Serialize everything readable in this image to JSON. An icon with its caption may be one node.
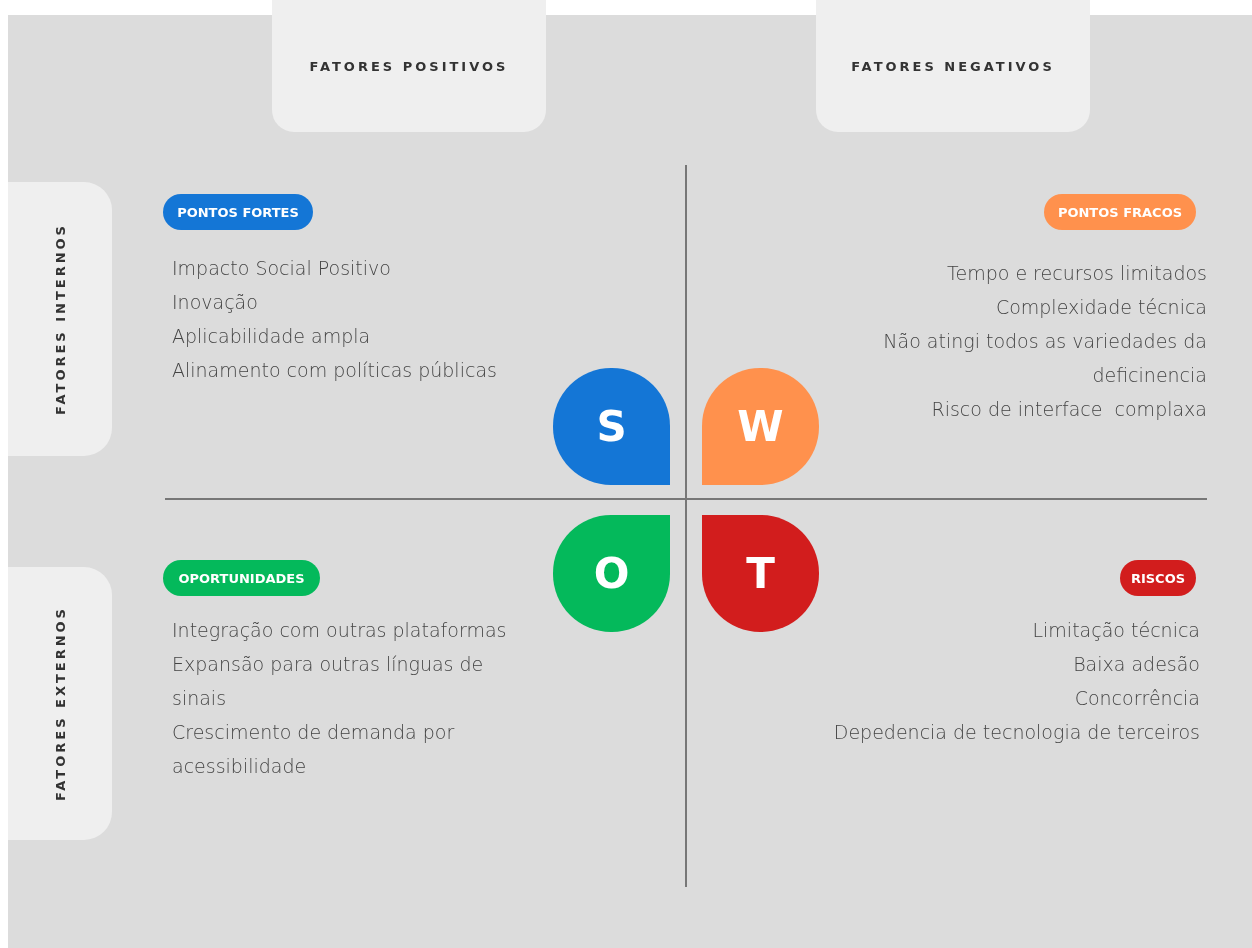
{
  "diagram": {
    "nodes": [
      {
        "text": [
          "FATORES POSITIVOS"
        ]
      },
      {
        "text": [
          "FATORES NEGATIVOS"
        ]
      },
      {
        "text": [
          "FATORES INTERNOS"
        ]
      },
      {
        "text": [
          "PONTOS FORTES"
        ]
      },
      {
        "text": [
          "PONTOS FRACOS"
        ]
      },
      {
        "text": [
          "S"
        ]
      },
      {
        "text": [
          "W"
        ]
      },
      {
        "text": [
          "FATORES EXTERNOS"
        ]
      },
      {
        "text": [
          "OPORTUNIDADES"
        ]
      },
      {
        "text": [
          "O"
        ]
      },
      {
        "text": [
          "T"
        ]
      },
      {
        "text": [
          "RISCOS"
        ]
      }
    ],
    "edges": [],
    "labels": [
      "Impacto Social Positivo",
      "Inovação",
      "Aplicabilidade ampla",
      "Alinamento com políticas públicas",
      "Tempo e recursos limitados",
      "Complexidade técnica",
      "Não atingi todos as variedades da deficinencia",
      "Risco de interface  complaxa",
      "Integração com outras plataformas",
      "Expansão para outras línguas de sinais",
      "Crescimento de demanda por acessibilidade",
      "Limitação técnica",
      "Baixa adesão",
      "Concorrência",
      "Depedencia de tecnologia de terceiros"
    ]
  }
}
